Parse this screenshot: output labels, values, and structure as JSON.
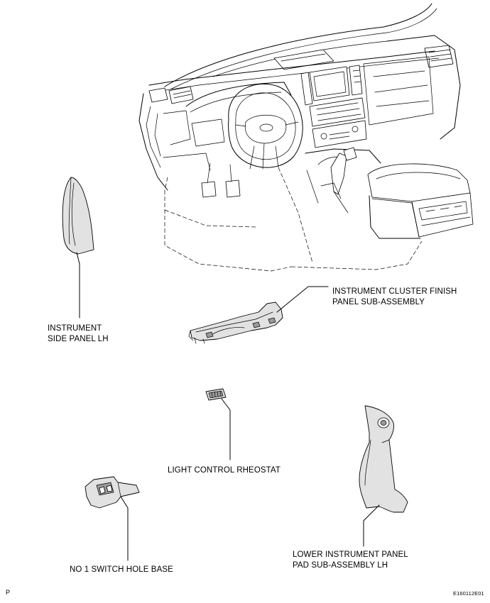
{
  "labels": {
    "cluster_finish_panel_line1": "INSTRUMENT CLUSTER FINISH",
    "cluster_finish_panel_line2": "PANEL SUB-ASSEMBLY",
    "side_panel_line1": "INSTRUMENT",
    "side_panel_line2": "SIDE PANEL LH",
    "rheostat": "LIGHT CONTROL RHEOSTAT",
    "switch_hole_base": "NO  1 SWITCH HOLE BASE",
    "lower_pad_line1": "LOWER INSTRUMENT PANEL",
    "lower_pad_line2": "PAD SUB-ASSEMBLY LH"
  },
  "footer": {
    "corner_mark": "P",
    "figure_code": "E160112E01"
  }
}
